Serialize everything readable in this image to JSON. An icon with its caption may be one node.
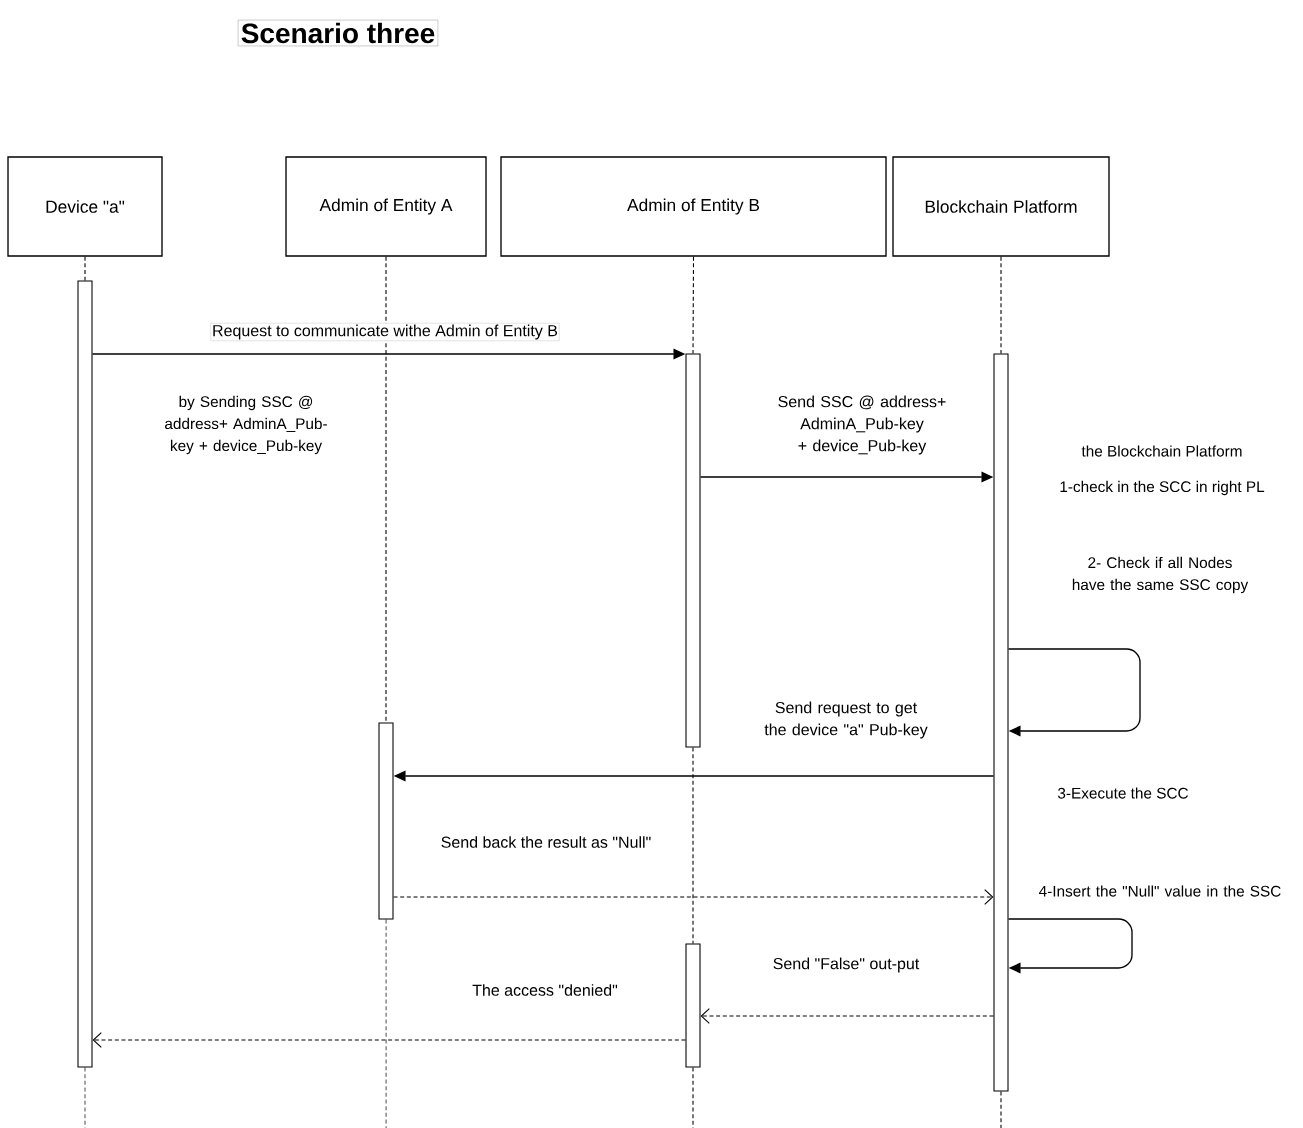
{
  "diagram": {
    "title": "Scenario three",
    "nodes": [
      {
        "text": [
          "Device \"a\""
        ]
      },
      {
        "text": [
          "Admin of Entity A"
        ]
      },
      {
        "text": [
          "Admin of Entity B"
        ]
      },
      {
        "text": [
          "Blockchain Platform"
        ]
      },
      {
        "text": [],
        "shape": "bar"
      },
      {
        "text": [],
        "shape": "bar"
      },
      {
        "text": [],
        "shape": "bar"
      },
      {
        "text": [],
        "shape": "bar"
      },
      {
        "text": [],
        "shape": "bar"
      }
    ],
    "edges": [
      {
        "from": 4,
        "to": 5,
        "arrow": "to",
        "label": "Request to communicate withe Admin of Entity B"
      },
      {
        "from": 5,
        "to": 6,
        "arrow": "to",
        "label": "Send SSC @ address+ AdminA_Pub-key + device_Pub-key"
      },
      {
        "from": 6,
        "to": 6,
        "arrow": "to"
      },
      {
        "from": 6,
        "to": 7,
        "arrow": "to",
        "label": "Send request to get the device \"a\" Pub-key"
      },
      {
        "from": 7,
        "to": 6,
        "arrow": "to",
        "style": "dashed",
        "label": "Send back the result as \"Null\""
      },
      {
        "from": 6,
        "to": 6,
        "arrow": "to"
      },
      {
        "from": 6,
        "to": 8,
        "arrow": "to",
        "style": "dashed",
        "label": "Send \"False\" out-put"
      },
      {
        "from": 8,
        "to": 4,
        "arrow": "to",
        "style": "dashed",
        "label": "The access \"denied\""
      },
      {
        "from": 0,
        "to": 4,
        "arrow": "none",
        "style": "dashed"
      },
      {
        "from": 1,
        "to": 7,
        "arrow": "none",
        "style": "dashed"
      },
      {
        "from": 2,
        "to": 5,
        "arrow": "none",
        "style": "dashed"
      },
      {
        "from": 5,
        "to": 8,
        "arrow": "none",
        "style": "dashed"
      },
      {
        "from": 3,
        "to": 6,
        "arrow": "none",
        "style": "dashed"
      },
      {
        "from": 4,
        "to": null,
        "arrow": "none",
        "style": "dashed"
      },
      {
        "from": 7,
        "to": null,
        "arrow": "none",
        "style": "dashed"
      },
      {
        "from": 8,
        "to": null,
        "arrow": "none",
        "style": "dashed"
      },
      {
        "from": 6,
        "to": null,
        "arrow": "none",
        "style": "dashed"
      }
    ],
    "labels": [
      "by Sending SSC @ address+ AdminA_Pub-key + device_Pub-key",
      "the Blockchain Platform",
      "1-check in the SCC in right PL",
      "2- Check if all Nodes have the same SSC copy",
      "3-Execute the SCC",
      "4-Insert the \"Null\" value in the SSC"
    ]
  }
}
